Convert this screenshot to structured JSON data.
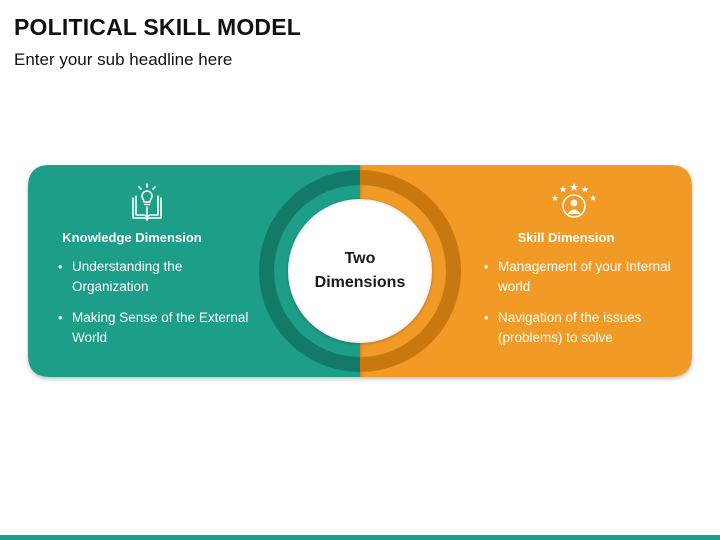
{
  "header": {
    "title": "POLITICAL SKILL MODEL",
    "subtitle": "Enter your sub headline here"
  },
  "left_panel": {
    "icon": "book-lightbulb-icon",
    "title": "Knowledge Dimension",
    "bullets": [
      "Understanding the Organization",
      "Making Sense of the External World"
    ],
    "color": "#1a9e88"
  },
  "right_panel": {
    "icon": "person-stars-icon",
    "title": "Skill Dimension",
    "bullets": [
      "Management of your Internal world",
      "Navigation of the issues (problems) to solve"
    ],
    "color": "#f29a26"
  },
  "center": {
    "label_line1": "Two",
    "label_line2": "Dimensions"
  },
  "colors": {
    "teal": "#1a9e88",
    "teal_dark": "#137a69",
    "orange": "#f29a26",
    "orange_dark": "#c97810",
    "footer": "#1e9e8c"
  }
}
